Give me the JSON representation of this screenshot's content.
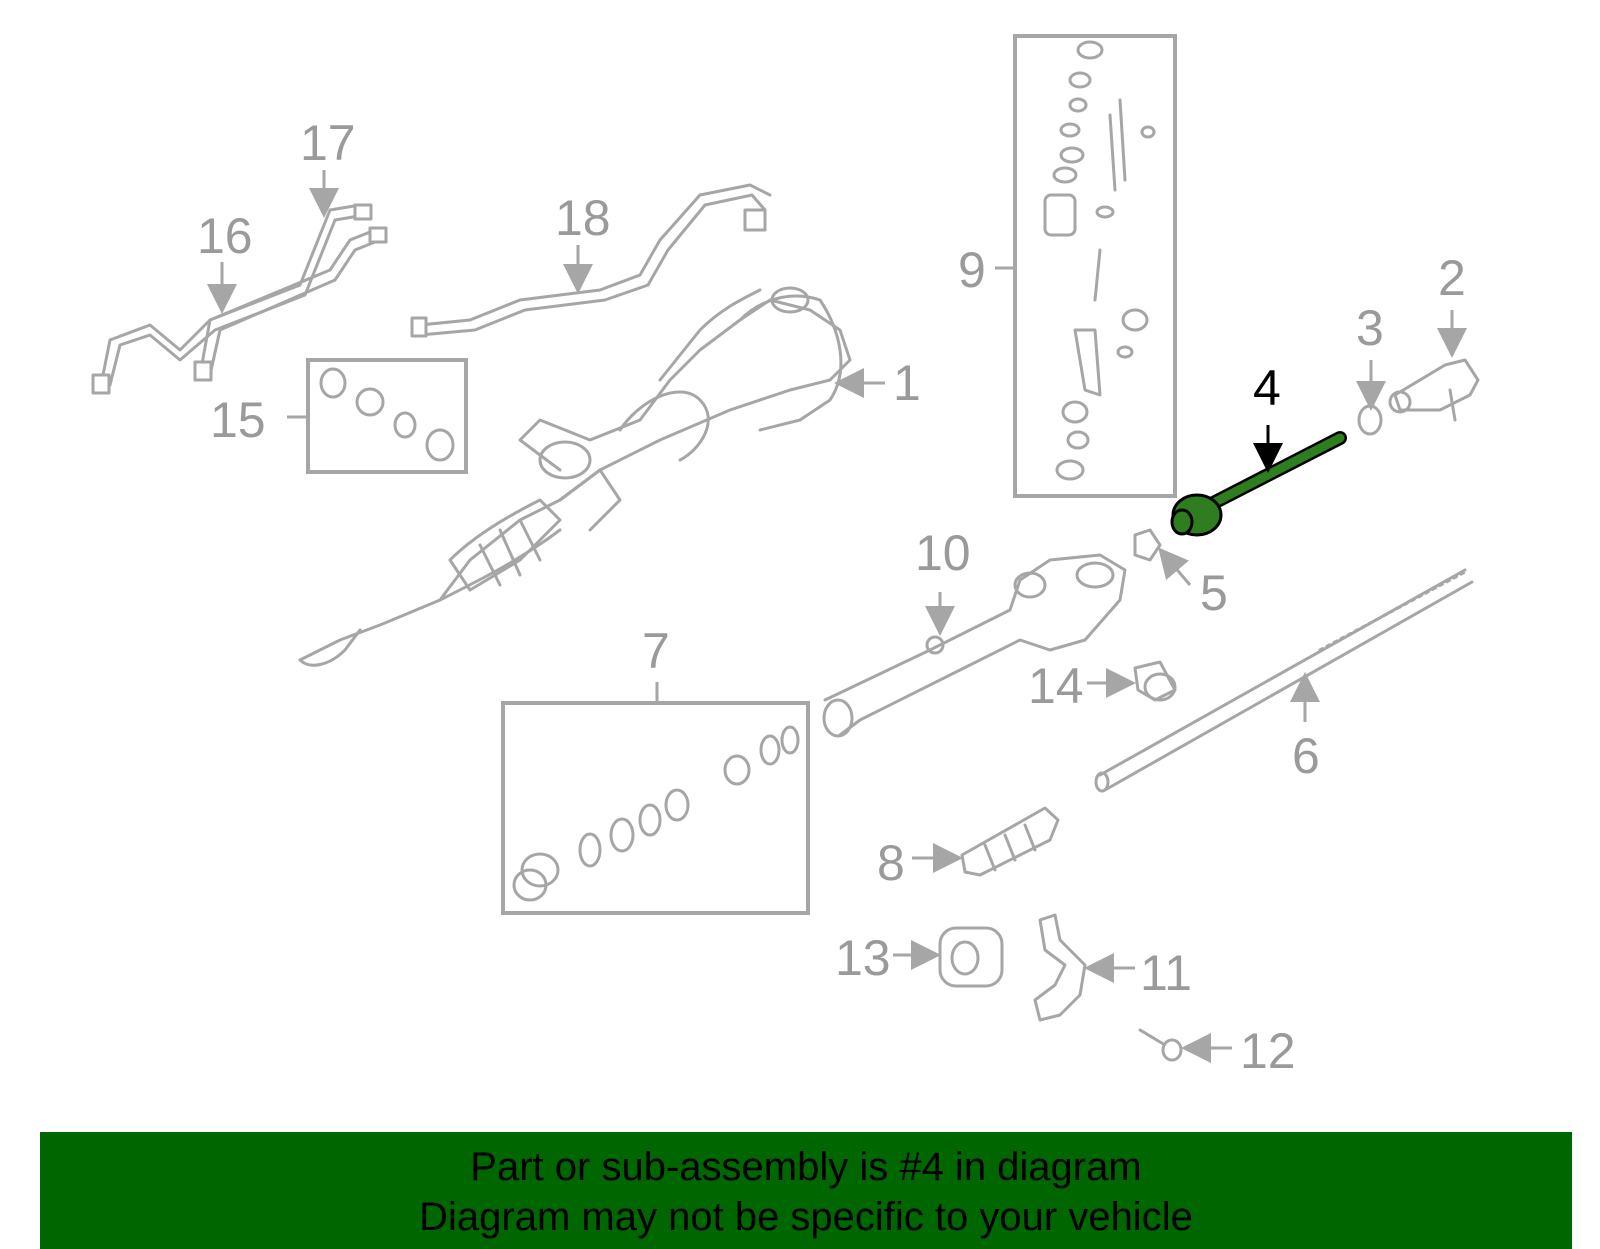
{
  "callouts": {
    "c1": "1",
    "c2": "2",
    "c3": "3",
    "c4": "4",
    "c5": "5",
    "c6": "6",
    "c7": "7",
    "c8": "8",
    "c9": "9",
    "c10": "10",
    "c11": "11",
    "c12": "12",
    "c13": "13",
    "c14": "14",
    "c15": "15",
    "c16": "16",
    "c17": "17",
    "c18": "18"
  },
  "highlight": {
    "part": "4",
    "color": "#2e7d1f"
  },
  "banner": {
    "line1": "Part or sub-assembly is #4 in diagram",
    "line2": "Diagram may not be specific to your vehicle",
    "background": "#006600"
  }
}
